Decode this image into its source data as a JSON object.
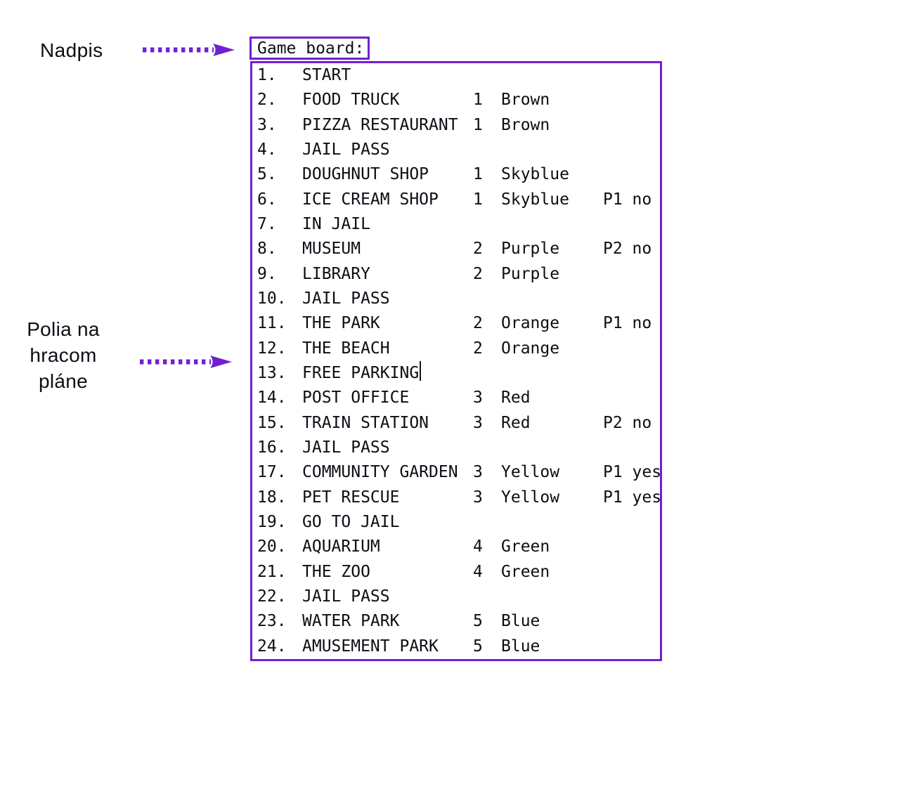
{
  "colors": {
    "accent": "#6f21cf",
    "text": "#0d0d15"
  },
  "labels": {
    "heading": "Nadpis",
    "board_fields": [
      "Polia na",
      "hracom",
      "pláne"
    ]
  },
  "editor": {
    "title": "Game board:",
    "rows": [
      {
        "num": "1.",
        "name": "START",
        "group": "",
        "color": "",
        "player": "",
        "caret": false
      },
      {
        "num": "2.",
        "name": "FOOD TRUCK",
        "group": "1",
        "color": "Brown",
        "player": "",
        "caret": false
      },
      {
        "num": "3.",
        "name": "PIZZA RESTAURANT",
        "group": "1",
        "color": "Brown",
        "player": "",
        "caret": false
      },
      {
        "num": "4.",
        "name": "JAIL PASS",
        "group": "",
        "color": "",
        "player": "",
        "caret": false
      },
      {
        "num": "5.",
        "name": "DOUGHNUT SHOP",
        "group": "1",
        "color": "Skyblue",
        "player": "",
        "caret": false
      },
      {
        "num": "6.",
        "name": "ICE CREAM SHOP",
        "group": "1",
        "color": "Skyblue",
        "player": "P1 no",
        "caret": false
      },
      {
        "num": "7.",
        "name": "IN JAIL",
        "group": "",
        "color": "",
        "player": "",
        "caret": false
      },
      {
        "num": "8.",
        "name": "MUSEUM",
        "group": "2",
        "color": "Purple",
        "player": "P2 no",
        "caret": false
      },
      {
        "num": "9.",
        "name": "LIBRARY",
        "group": "2",
        "color": "Purple",
        "player": "",
        "caret": false
      },
      {
        "num": "10.",
        "name": "JAIL PASS",
        "group": "",
        "color": "",
        "player": "",
        "caret": false
      },
      {
        "num": "11.",
        "name": "THE PARK",
        "group": "2",
        "color": "Orange",
        "player": "P1 no",
        "caret": false
      },
      {
        "num": "12.",
        "name": "THE BEACH",
        "group": "2",
        "color": "Orange",
        "player": "",
        "caret": false
      },
      {
        "num": "13.",
        "name": "FREE PARKING",
        "group": "",
        "color": "",
        "player": "",
        "caret": true
      },
      {
        "num": "14.",
        "name": "POST OFFICE",
        "group": "3",
        "color": "Red",
        "player": "",
        "caret": false
      },
      {
        "num": "15.",
        "name": "TRAIN STATION",
        "group": "3",
        "color": "Red",
        "player": "P2 no",
        "caret": false
      },
      {
        "num": "16.",
        "name": "JAIL PASS",
        "group": "",
        "color": "",
        "player": "",
        "caret": false
      },
      {
        "num": "17.",
        "name": "COMMUNITY GARDEN",
        "group": "3",
        "color": "Yellow",
        "player": "P1 yes",
        "caret": false
      },
      {
        "num": "18.",
        "name": "PET RESCUE",
        "group": "3",
        "color": "Yellow",
        "player": "P1 yes",
        "caret": false
      },
      {
        "num": "19.",
        "name": "GO TO JAIL",
        "group": "",
        "color": "",
        "player": "",
        "caret": false
      },
      {
        "num": "20.",
        "name": "AQUARIUM",
        "group": "4",
        "color": "Green",
        "player": "",
        "caret": false
      },
      {
        "num": "21.",
        "name": "THE ZOO",
        "group": "4",
        "color": "Green",
        "player": "",
        "caret": false
      },
      {
        "num": "22.",
        "name": "JAIL PASS",
        "group": "",
        "color": "",
        "player": "",
        "caret": false
      },
      {
        "num": "23.",
        "name": "WATER PARK",
        "group": "5",
        "color": "Blue",
        "player": "",
        "caret": false
      },
      {
        "num": "24.",
        "name": "AMUSEMENT PARK",
        "group": "5",
        "color": "Blue",
        "player": "",
        "caret": false
      }
    ]
  }
}
